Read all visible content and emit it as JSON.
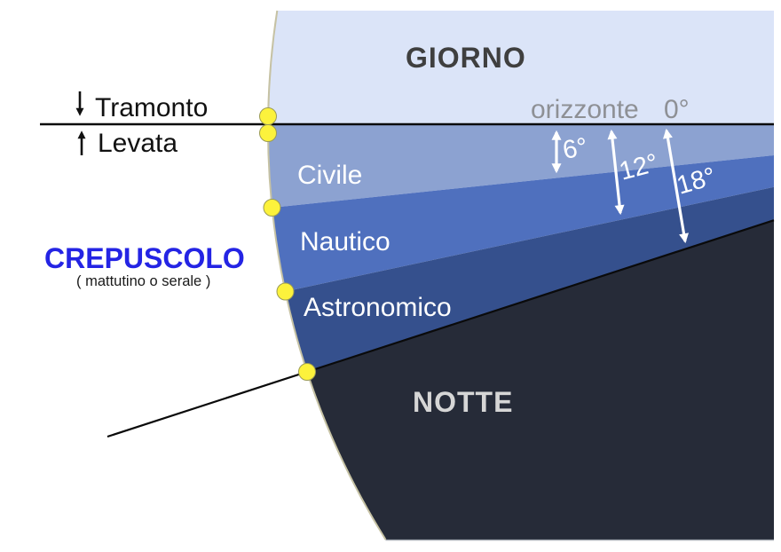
{
  "diagram": {
    "regions": {
      "giorno": "GIORNO",
      "civile": "Civile",
      "nautico": "Nautico",
      "astronomico": "Astronomico",
      "notte": "NOTTE"
    },
    "horizon": {
      "orizzonte": "orizzonte",
      "zero_degrees": "0°"
    },
    "angles": {
      "civil": "6°",
      "nautical": "12°",
      "astronomical": "18°"
    },
    "left_labels": {
      "tramonto": "Tramonto",
      "levata": "Levata",
      "crepuscolo": "CREPUSCOLO",
      "crepuscolo_sub": "( mattutino o serale )"
    }
  },
  "colors": {
    "giorno_fill": "#dbe4f8",
    "civile_fill": "#8ca2d1",
    "nautico_fill": "#4f70be",
    "astronomico_fill": "#35508d",
    "notte_fill": "#262b38",
    "sun_dot_fill": "#fcf23c",
    "sun_dot_stroke": "#9b9b55",
    "arc_stroke": "#c6c2a4",
    "crepuscolo_text": "#2424e4",
    "orizzonte_text": "#8e9095"
  }
}
